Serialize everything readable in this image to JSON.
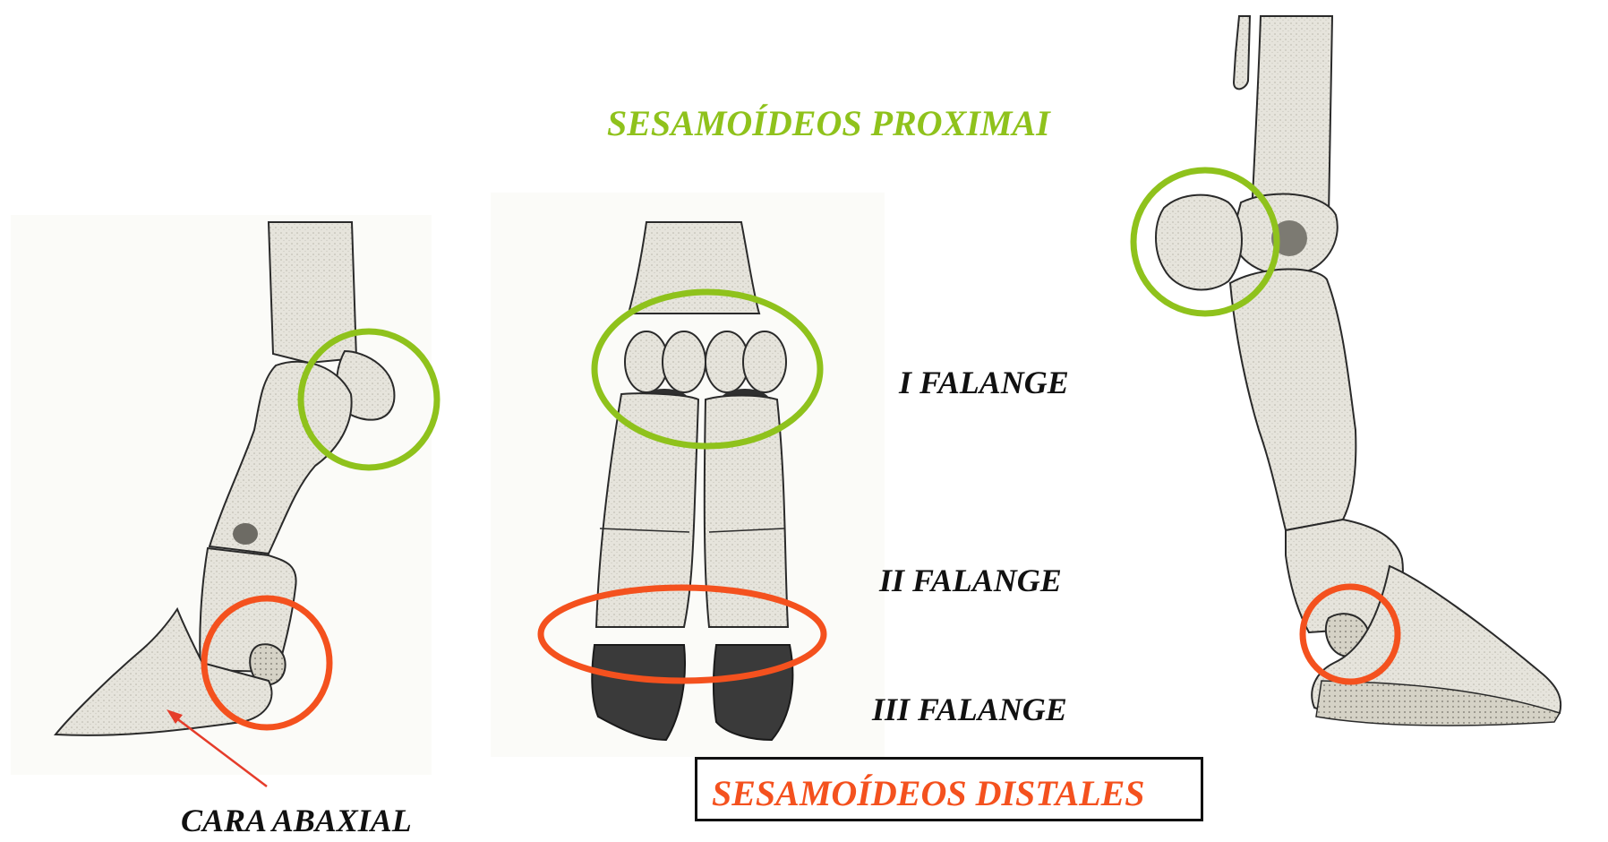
{
  "labels": {
    "sesamoideos_proximales": "SESAMOÍDEOS PROXIMAI",
    "primera_falange": "I FALANGE",
    "segunda_falange": "II FALANGE",
    "tercera_falange": "III FALANGE",
    "sesamoideos_distales": "SESAMOÍDEOS DISTALES",
    "cara_abaxial": "CARA ABAXIAL"
  },
  "colors": {
    "proximal_highlight": "#8fc21c",
    "distal_highlight": "#f4511e",
    "arrow": "#e53c2a",
    "bone_fill": "#e6e4dc",
    "bone_stroke": "#2a2a2a",
    "hoof_fill": "#3a3a3a"
  },
  "figures": [
    {
      "name": "bovine-digit-lateral-view"
    },
    {
      "name": "bovine-digits-dorsal-view"
    },
    {
      "name": "equine-digit-lateral-view"
    }
  ]
}
